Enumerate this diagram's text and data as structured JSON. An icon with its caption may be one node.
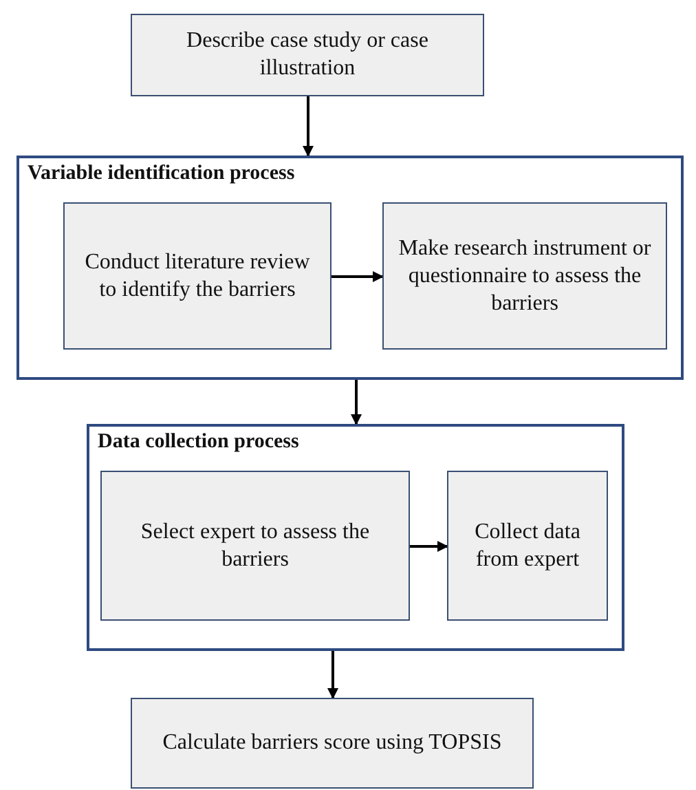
{
  "diagram": {
    "nodes": [
      {
        "text": [
          "Describe case study or case illustration"
        ]
      },
      {
        "text": [
          "Variable identification process"
        ]
      },
      {
        "text": [
          "Conduct literature review to identify the barriers"
        ],
        "in": 1
      },
      {
        "text": [
          "Make research instrument or questionnaire to assess the barriers"
        ],
        "in": 1
      },
      {
        "text": [
          "Data collection process"
        ]
      },
      {
        "text": [
          "Select expert to assess the barriers"
        ],
        "in": 4
      },
      {
        "text": [
          "Collect data from expert"
        ],
        "in": 4
      },
      {
        "text": [
          "Calculate barriers score using TOPSIS"
        ]
      }
    ],
    "edges": [
      {
        "from": 0,
        "to": 1,
        "arrow": "to"
      },
      {
        "from": 2,
        "to": 3,
        "arrow": "to"
      },
      {
        "from": 1,
        "to": 4,
        "arrow": "to"
      },
      {
        "from": 5,
        "to": 6,
        "arrow": "to"
      },
      {
        "from": 4,
        "to": 7,
        "arrow": "to"
      }
    ]
  }
}
